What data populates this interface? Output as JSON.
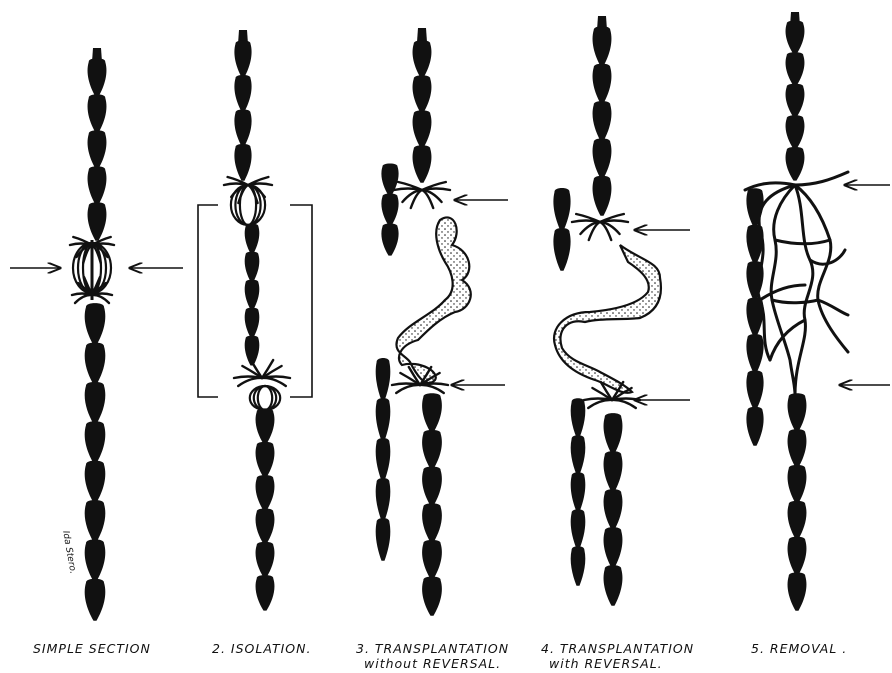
{
  "captions": {
    "panel1": {
      "line1": "SIMPLE SECTION"
    },
    "panel2": {
      "line1": "2.  ISOLATION."
    },
    "panel3": {
      "line1": "3. TRANSPLANTATION",
      "line2": "without   REVERSAL."
    },
    "panel4": {
      "line1": "4. TRANSPLANTATION",
      "line2": "with      REVERSAL."
    },
    "panel5": {
      "line1": "5.  REMOVAL ."
    }
  },
  "signature": "Ida Stero.",
  "colors": {
    "ink": "#111111",
    "background": "#ffffff",
    "graft_fill": "#ffffff"
  }
}
